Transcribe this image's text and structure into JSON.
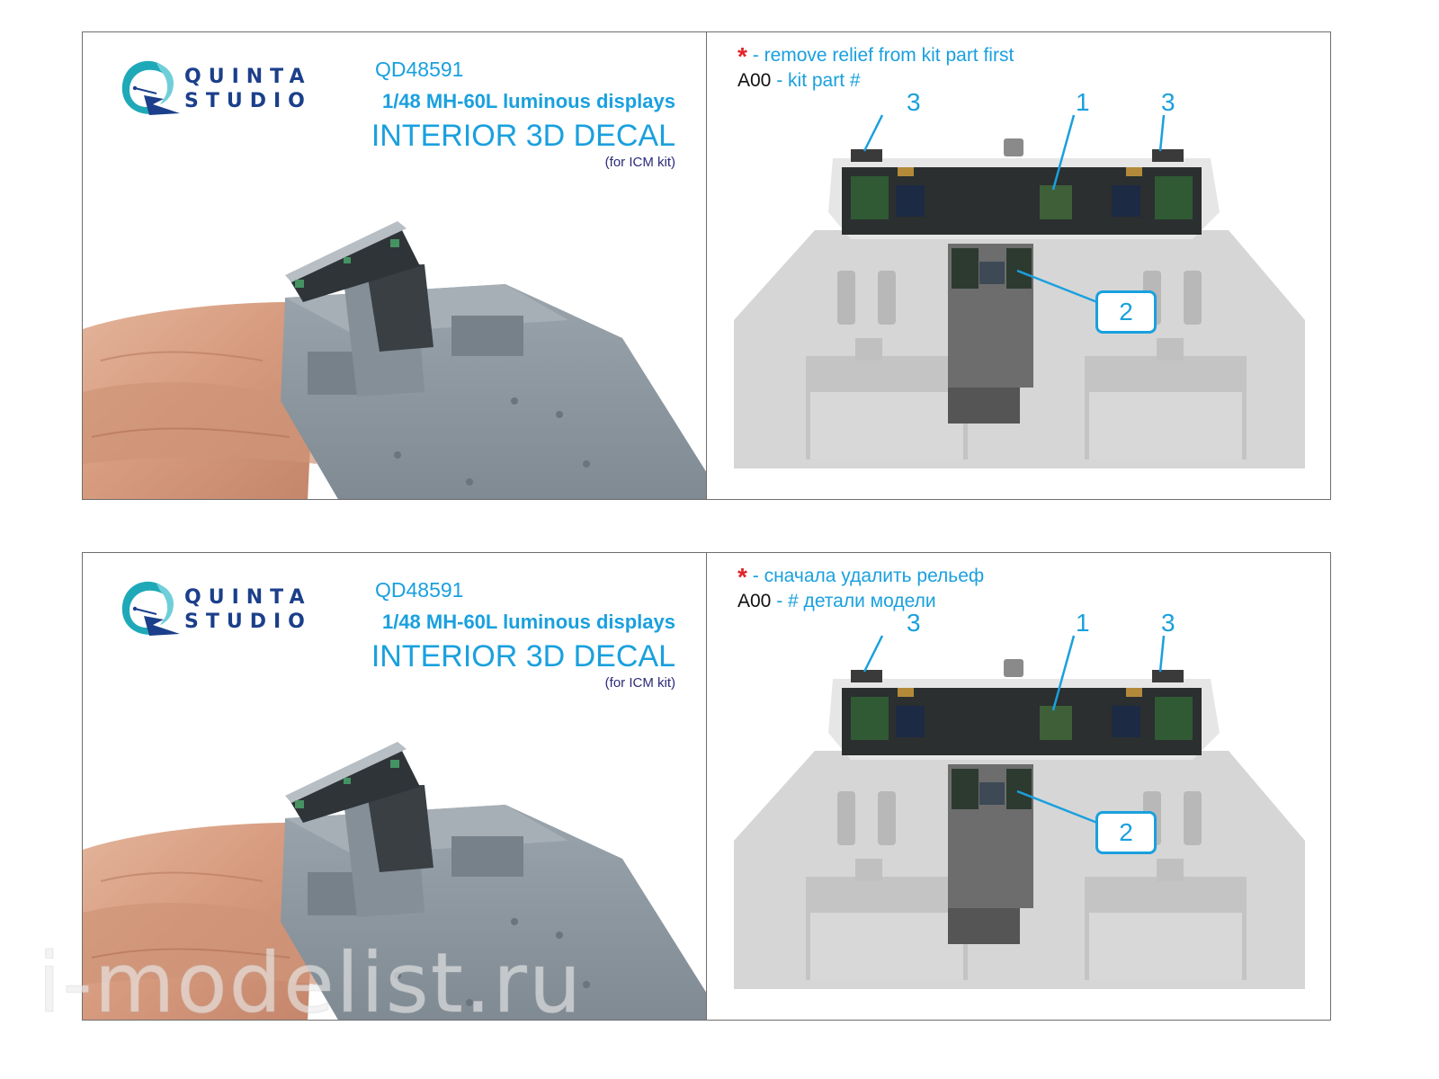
{
  "sheets": [
    {
      "id": "english",
      "brand": {
        "line1": "QUINTA",
        "line2": "STUDIO"
      },
      "product": {
        "code": "QD48591",
        "subtitle": "1/48 MH-60L luminous displays",
        "title": "INTERIOR 3D DECAL",
        "kit_note": "(for ICM kit)"
      },
      "legend": {
        "star_symbol": "*",
        "star_text": "- remove relief from kit part first",
        "part_code": "A00",
        "part_text": "- kit part #"
      },
      "callouts": [
        "3",
        "1",
        "3",
        "2"
      ]
    },
    {
      "id": "russian",
      "brand": {
        "line1": "QUINTA",
        "line2": "STUDIO"
      },
      "product": {
        "code": "QD48591",
        "subtitle": "1/48 MH-60L luminous displays",
        "title": "INTERIOR 3D DECAL",
        "kit_note": "(for ICM kit)"
      },
      "legend": {
        "star_symbol": "*",
        "star_text": "- сначала удалить рельеф",
        "part_code": "A00",
        "part_text": "- # детали модели"
      },
      "callouts": [
        "3",
        "1",
        "3",
        "2"
      ]
    }
  ],
  "watermark": "i-modelist.ru",
  "colors": {
    "accent_blue": "#1aa0de",
    "brand_navy": "#1b3f8a",
    "brand_teal": "#1fa9b8",
    "star_red": "#e1232a",
    "kit_note": "#2b2a7a",
    "plastic_grey": "#8f9aa3"
  }
}
